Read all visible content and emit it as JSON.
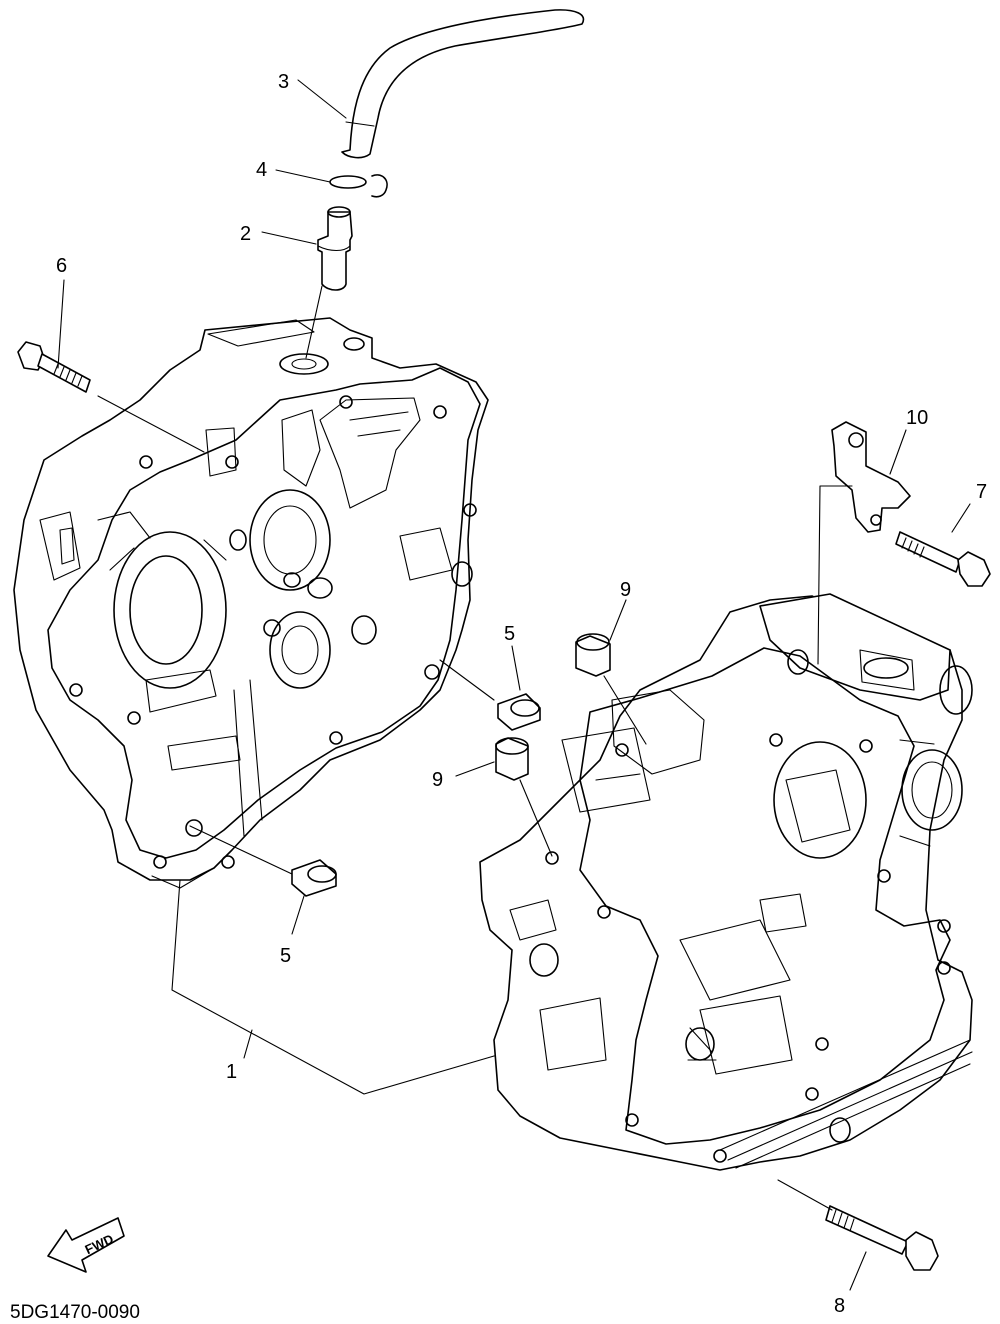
{
  "diagram": {
    "part_code": "5DG1470-0090",
    "fwd_label": "FWD",
    "callouts": {
      "c1": "1",
      "c2": "2",
      "c3": "3",
      "c4": "4",
      "c5a": "5",
      "c5b": "5",
      "c6": "6",
      "c7": "7",
      "c8": "8",
      "c9a": "9",
      "c9b": "9",
      "c10": "10"
    }
  }
}
